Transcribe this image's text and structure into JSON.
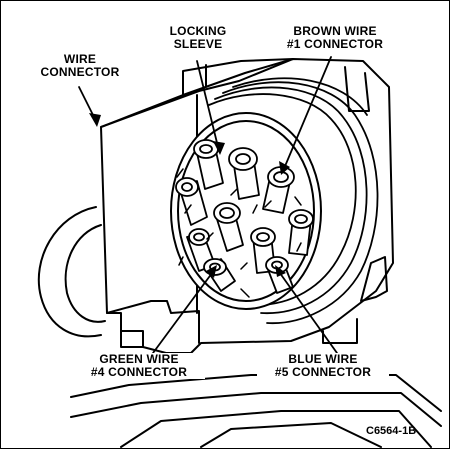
{
  "labels": {
    "wire_connector": [
      "WIRE",
      "CONNECTOR"
    ],
    "locking_sleeve": [
      "LOCKING",
      "SLEEVE"
    ],
    "brown_wire": [
      "BROWN WIRE",
      "#1 CONNECTOR"
    ],
    "green_wire": [
      "GREEN WIRE",
      "#4 CONNECTOR"
    ],
    "blue_wire": [
      "BLUE WIRE",
      "#5 CONNECTOR"
    ]
  },
  "figure_code": "C6564-1B"
}
